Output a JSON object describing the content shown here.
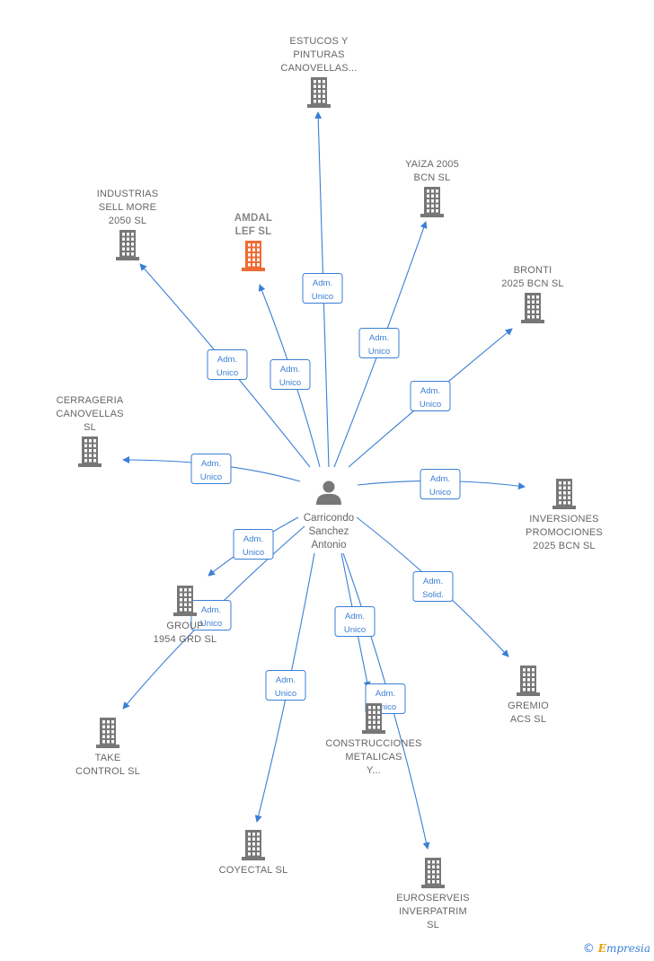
{
  "person": {
    "label": [
      "Carricondo",
      "Sanchez",
      "Antonio"
    ]
  },
  "colors": {
    "edge": "#3a7fd5",
    "company": "#777777",
    "highlight": "#f06a33"
  },
  "companies": [
    {
      "id": "estucos",
      "label": [
        "ESTUCOS Y",
        "PINTURAS",
        "CANOVELLAS..."
      ],
      "highlight": false
    },
    {
      "id": "yaiza",
      "label": [
        "YAIZA 2005",
        "BCN  SL"
      ],
      "highlight": false
    },
    {
      "id": "industrias",
      "label": [
        "INDUSTRIAS",
        "SELL MORE",
        "2050  SL"
      ],
      "highlight": false
    },
    {
      "id": "amdal",
      "label": [
        "AMDAL",
        "LEF  SL"
      ],
      "highlight": true
    },
    {
      "id": "bronti",
      "label": [
        "BRONTI",
        "2025 BCN  SL"
      ],
      "highlight": false
    },
    {
      "id": "cerrageria",
      "label": [
        "CERRAGERIA",
        "CANOVELLAS",
        "SL"
      ],
      "highlight": false
    },
    {
      "id": "inversiones",
      "label": [
        "INVERSIONES",
        "PROMOCIONES",
        "2025 BCN  SL"
      ],
      "highlight": false
    },
    {
      "id": "group",
      "label": [
        "GROUP",
        "1954 GRD  SL"
      ],
      "highlight": false
    },
    {
      "id": "gremio",
      "label": [
        "GREMIO",
        "ACS  SL"
      ],
      "highlight": false
    },
    {
      "id": "take",
      "label": [
        "TAKE",
        "CONTROL SL"
      ],
      "highlight": false
    },
    {
      "id": "construcciones",
      "label": [
        "CONSTRUCCIONES",
        "METALICAS",
        "Y..."
      ],
      "highlight": false
    },
    {
      "id": "coyectal",
      "label": [
        "COYECTAL SL"
      ],
      "highlight": false
    },
    {
      "id": "euroserveis",
      "label": [
        "EUROSERVEIS",
        "INVERPATRIM",
        "SL"
      ],
      "highlight": false
    }
  ],
  "edges": [
    {
      "to": "estucos",
      "badge": [
        "Adm.",
        "Unico"
      ]
    },
    {
      "to": "yaiza",
      "badge": [
        "Adm.",
        "Unico"
      ]
    },
    {
      "to": "industrias",
      "badge": [
        "Adm.",
        "Unico"
      ]
    },
    {
      "to": "amdal",
      "badge": [
        "Adm.",
        "Unico"
      ]
    },
    {
      "to": "bronti",
      "badge": [
        "Adm.",
        "Unico"
      ]
    },
    {
      "to": "cerrageria",
      "badge": [
        "Adm.",
        "Unico"
      ]
    },
    {
      "to": "inversiones",
      "badge": [
        "Adm.",
        "Unico"
      ]
    },
    {
      "to": "group",
      "badge": [
        "Adm.",
        "Unico"
      ]
    },
    {
      "to": "gremio",
      "badge": [
        "Adm.",
        "Solid."
      ]
    },
    {
      "to": "take",
      "badge": [
        "Adm.",
        "Unico"
      ]
    },
    {
      "to": "construcciones",
      "badge": [
        "Adm.",
        "Unico"
      ]
    },
    {
      "to": "coyectal",
      "badge": [
        "Adm.",
        "Unico"
      ]
    },
    {
      "to": "euroserveis",
      "badge": [
        "Adm.",
        "Unico"
      ]
    }
  ],
  "brand": {
    "copyright": "©",
    "initial": "E",
    "rest": "mpresia"
  }
}
